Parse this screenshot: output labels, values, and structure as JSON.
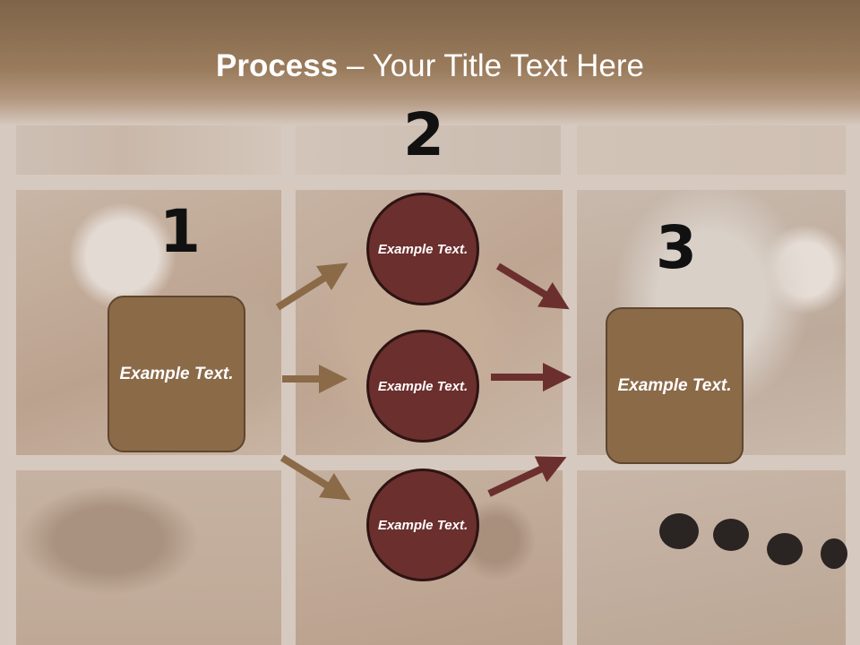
{
  "slide": {
    "title_bold": "Process",
    "title_rest": " – Your Title Text Here"
  },
  "steps": {
    "one": {
      "number": "1",
      "box_label": "Example Text."
    },
    "two": {
      "number": "2",
      "circles": [
        {
          "label": "Example Text."
        },
        {
          "label": "Example Text."
        },
        {
          "label": "Example Text."
        }
      ]
    },
    "three": {
      "number": "3",
      "box_label": "Example Text."
    }
  },
  "colors": {
    "box_fill": "#8b6a48",
    "circle_fill": "#6b2f2e",
    "arrow_brown": "#8b6a48",
    "arrow_maroon": "#6b2f2e"
  }
}
